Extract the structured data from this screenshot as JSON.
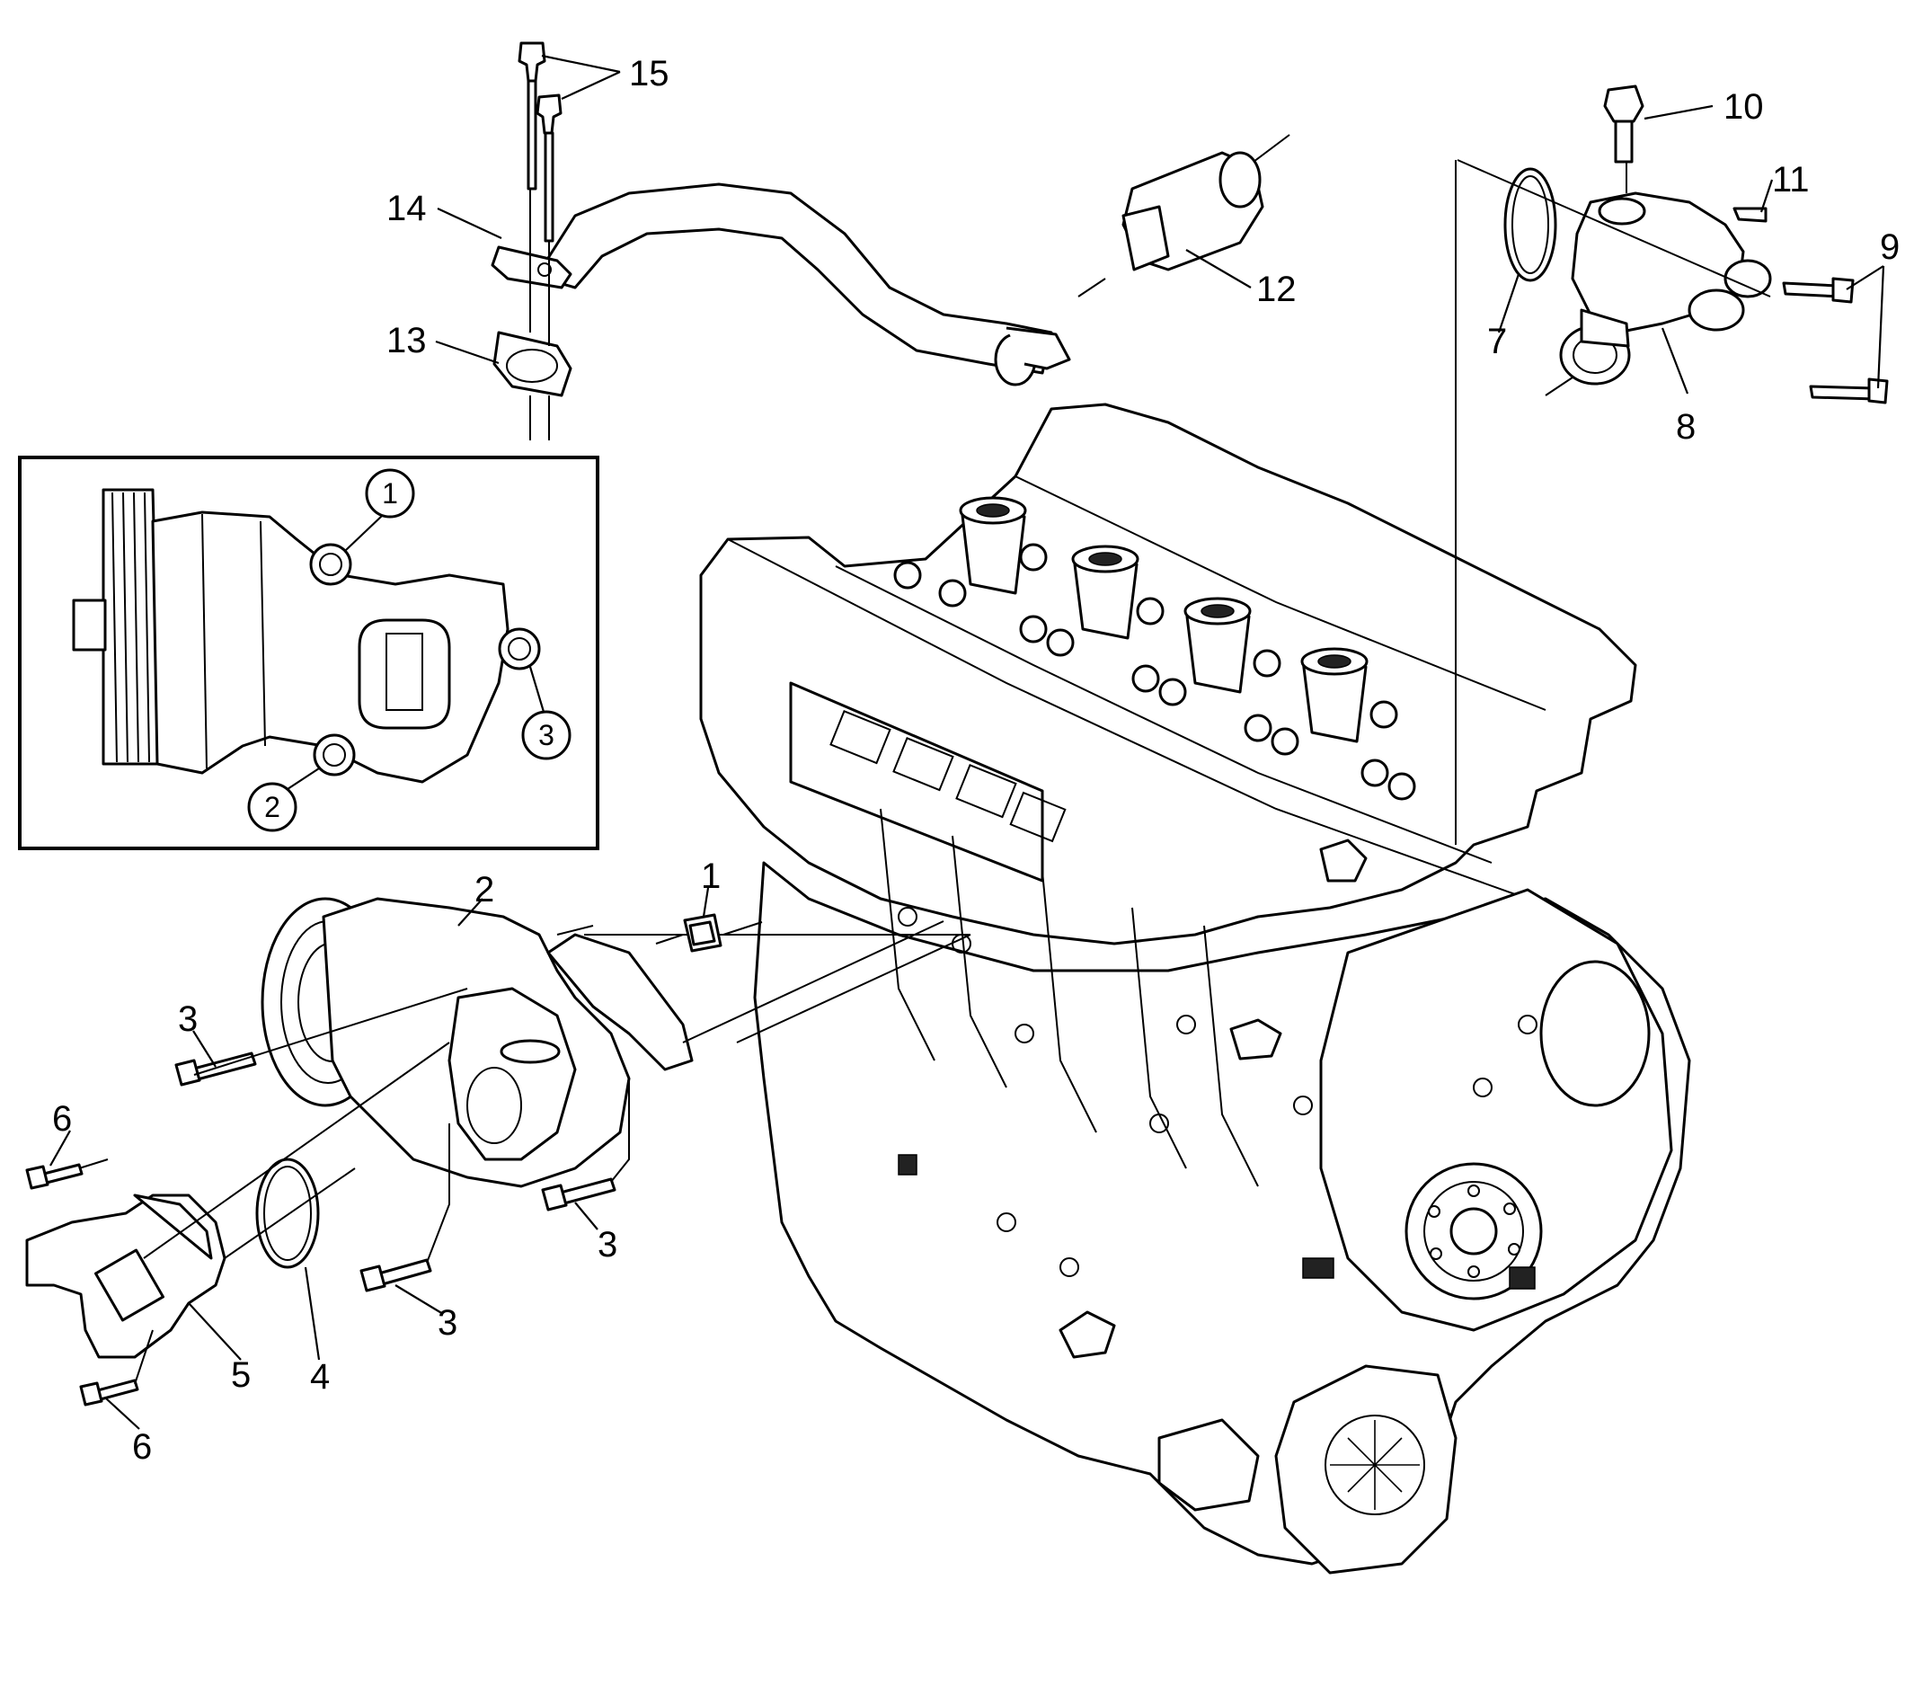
{
  "callouts": {
    "c1": "1",
    "c2": "2",
    "c3a": "3",
    "c3b": "3",
    "c3c": "3",
    "c4": "4",
    "c5": "5",
    "c6a": "6",
    "c6b": "6",
    "c7": "7",
    "c8": "8",
    "c9": "9",
    "c10": "10",
    "c11": "11",
    "c12": "12",
    "c13": "13",
    "c14": "14",
    "c15": "15"
  },
  "inset": {
    "c1": "1",
    "c2": "2",
    "c3": "3"
  }
}
